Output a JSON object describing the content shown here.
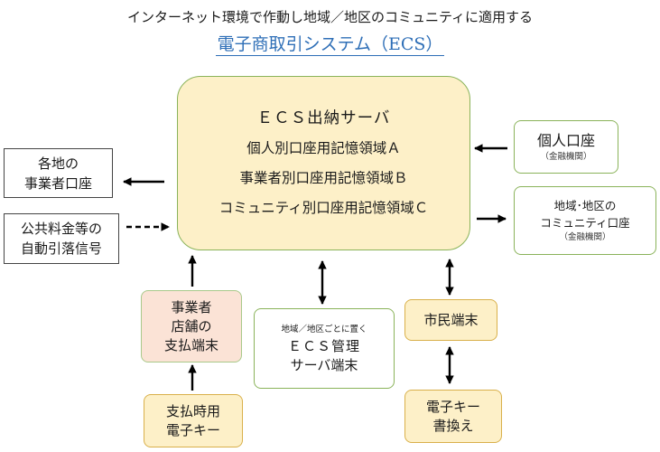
{
  "title": {
    "line1": "インターネット環境で作動し地域／地区のコミュニティに適用する",
    "line2": "電子商取引システム（ECS）"
  },
  "server": {
    "lines": [
      "ＥＣＳ出納サーバ",
      "個人別口座用記憶領域Ａ",
      "事業者別口座用記憶領域Ｂ",
      "コミュニティ別口座用記憶領域Ｃ"
    ]
  },
  "merchant_accounts": {
    "line1": "各地の",
    "line2": "事業者口座"
  },
  "auto_debit": {
    "line1": "公共料金等の",
    "line2": "自動引落信号"
  },
  "personal_account": {
    "label": "個人口座",
    "sub": "（金融機関）"
  },
  "community_account": {
    "line1": "地域･地区の",
    "line2": "コミュニティ口座",
    "sub": "（金融機関）"
  },
  "store_terminal": {
    "line1": "事業者",
    "line2": "店舗の",
    "line3": "支払端末"
  },
  "payment_key": {
    "line1": "支払時用",
    "line2": "電子キー"
  },
  "admin_terminal": {
    "line1": "地域／地区ごとに置く",
    "line2": "ＥＣＳ管理",
    "line3": "サーバ端末"
  },
  "citizen_terminal": {
    "label": "市民端末"
  },
  "key_rewrite": {
    "line1": "電子キー",
    "line2": "書換え"
  },
  "colors": {
    "cream": "#fdf0c8",
    "green_border": "#8ab35a",
    "yellow_border": "#d9b04a",
    "pink": "#fbe3d6",
    "title_blue": "#2f6fb7"
  }
}
